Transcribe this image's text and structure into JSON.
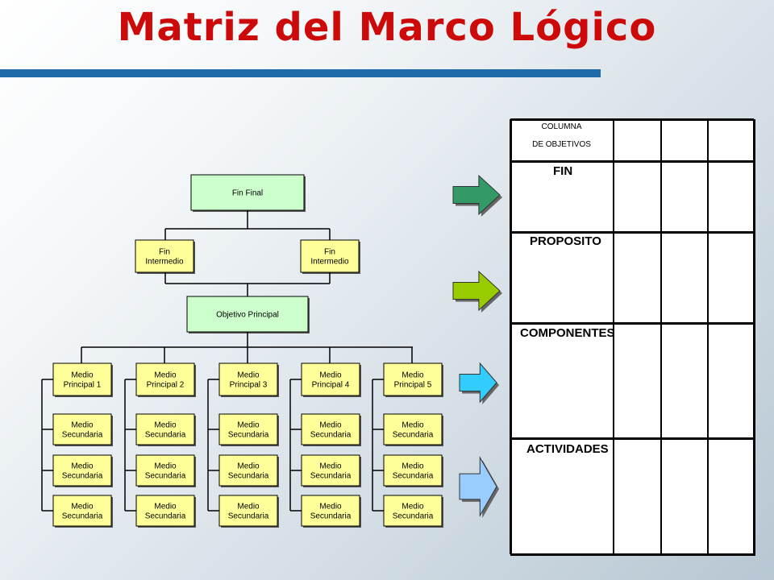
{
  "slide": {
    "title": "Matriz del Marco Lógico",
    "title_color": "#cc0a0a",
    "bar_color": "#1f6aa8"
  },
  "tree": {
    "fin_final": "Fin Final",
    "fin_intermedio": [
      "Fin",
      "Intermedio"
    ],
    "objetivo_principal": "Objetivo Principal",
    "medios_principales": [
      [
        "Medio",
        "Principal 1"
      ],
      [
        "Medio",
        "Principal 2"
      ],
      [
        "Medio",
        "Principal 3"
      ],
      [
        "Medio",
        "Principal 4"
      ],
      [
        "Medio",
        "Principal 5"
      ]
    ],
    "medio_secundario": [
      "Medio",
      "Secundaria"
    ],
    "colors": {
      "top": "#ccffcc",
      "medio": "#ffff99"
    }
  },
  "arrows": [
    {
      "name": "arrow-fin",
      "color": "#339966"
    },
    {
      "name": "arrow-proposito",
      "color": "#99cc00"
    },
    {
      "name": "arrow-componentes",
      "color": "#33ccff"
    },
    {
      "name": "arrow-actividades",
      "color": "#99ccff"
    }
  ],
  "matrix": {
    "header_line1": "COLUMNA",
    "header_line2": "DE OBJETIVOS",
    "rows": [
      "FIN",
      "PROPOSITO",
      "COMPONENTES",
      "ACTIVIDADES"
    ]
  }
}
